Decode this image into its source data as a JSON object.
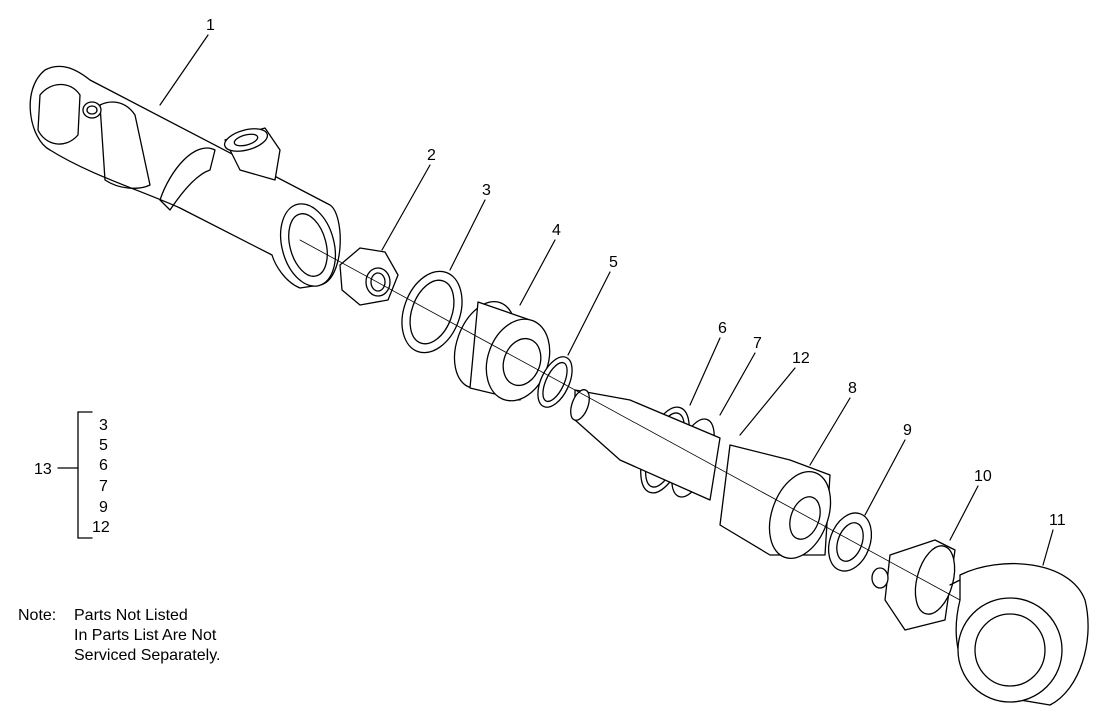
{
  "diagram": {
    "callouts": [
      "1",
      "2",
      "3",
      "4",
      "5",
      "6",
      "7",
      "12",
      "8",
      "9",
      "10",
      "11"
    ],
    "kit": {
      "label": "13",
      "items": [
        "3",
        "5",
        "6",
        "7",
        "9",
        "12"
      ]
    },
    "note": {
      "prefix": "Note:",
      "lines": [
        "Parts Not Listed",
        "In Parts List Are Not",
        "Serviced Separately."
      ]
    }
  }
}
